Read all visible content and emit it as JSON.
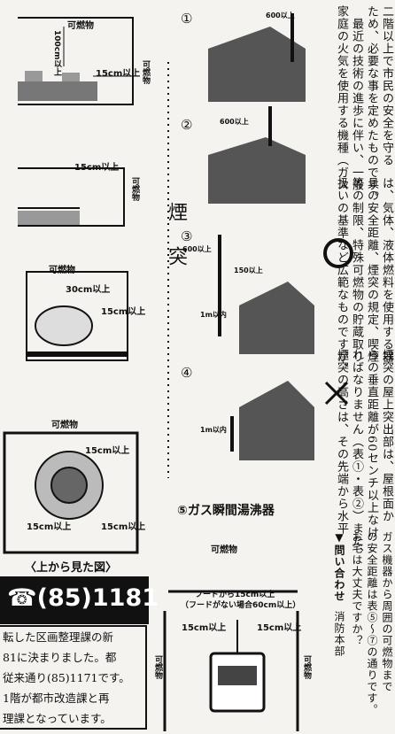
{
  "article": {
    "columns": [
      "二階以上で市民の安全を守る",
      "ため、必要な事を定めたものです。",
      "最近の技術の進歩に伴い、一般",
      "家庭の火気を使用する機種（ガス"
    ],
    "columns_b": [
      "は、気体、液体燃料を使用する器",
      "具の安全距離、煙突の規定、喫煙",
      "等の制限、特殊可燃物の貯蔵取り",
      "扱いの基準など広範なものですが、"
    ],
    "columns_c": [
      "煙突の屋上突出部は、屋根面か",
      "らの垂直距離が60センチ以上なけ",
      "ればなりません（表①・表②）また、",
      "煙突の高さは、その先端から水平"
    ],
    "columns_d": [
      "ガス機器から周囲の可燃物まで",
      "の安全距離は表⑤〜⑦の通りです。",
      "お宅は大丈夫ですか？"
    ],
    "contact_label": "▼問い合わせ",
    "contact_value": "消防本部"
  },
  "chimney_title": "煙突",
  "heater_title": "⑤ガス瞬間湯沸器",
  "top_view_caption": "〈上から見た図〉",
  "phone": "☎(85)1181",
  "notice_lines": [
    "転した区画整理課の新",
    "81に決まりました。都",
    "従来通り(85)1171です。",
    "1階が都市改造課と再",
    "理課となっています。"
  ],
  "labels": {
    "combustible": "可燃物",
    "cm100": "100cm以上",
    "cm15": "15cm以上",
    "cm30": "30cm以上",
    "cm600": "600以上",
    "cm150": "150以上",
    "within1m": "1m以内",
    "hood": "フードから15cm以上",
    "hood_note": "（フードがない場合60cm以上）",
    "ok_mark": "○",
    "ng_mark": "×"
  },
  "nums": [
    "①",
    "②",
    "③",
    "④"
  ]
}
